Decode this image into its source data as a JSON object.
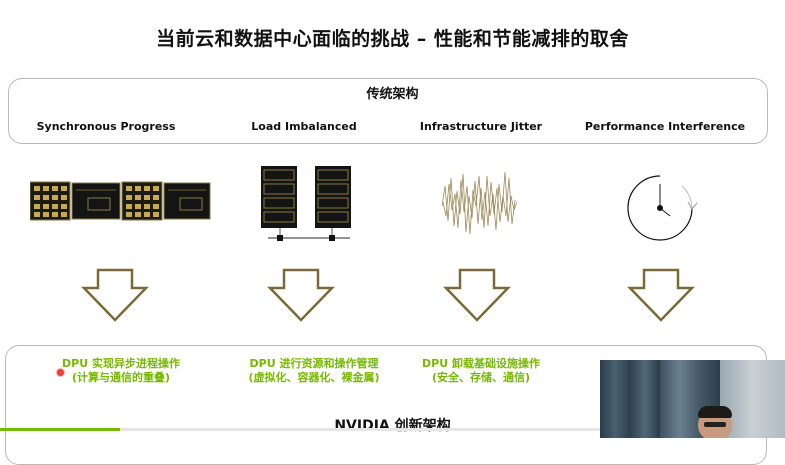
{
  "title": "当前云和数据中心面临的挑战 – 性能和节能减排的取舍",
  "traditional": {
    "title": "传统架构",
    "columns": [
      {
        "label": "Synchronous Progress"
      },
      {
        "label": "Load Imbalanced"
      },
      {
        "label": "Infrastructure Jitter"
      },
      {
        "label": "Performance Interference"
      }
    ]
  },
  "dpu": {
    "items": [
      {
        "line1": "DPU 实现异步进程操作",
        "line2": "(计算与通信的重叠)"
      },
      {
        "line1": "DPU 进行资源和操作管理",
        "line2": "(虚拟化、容器化、裸金属)"
      },
      {
        "line1": "DPU 卸载基础设施操作",
        "line2": "(安全、存储、通信)"
      }
    ],
    "footer": "NVIDIA 创新架构"
  },
  "colors": {
    "accent": "#76b900",
    "arrow": "#7a6a3a"
  },
  "video": {
    "progress": 0.153
  }
}
